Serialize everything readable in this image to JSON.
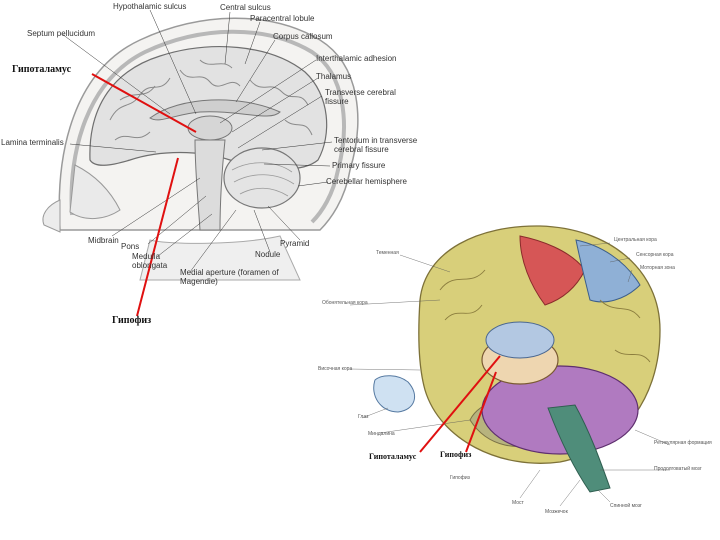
{
  "left_figure": {
    "labels": [
      "Hypothalamic sulcus",
      "Central sulcus",
      "Paracentral lobule",
      "Septum pellucidum",
      "Corpus callosum",
      "Interthalamic adhesion",
      "Thalamus",
      "Transverse cerebral fissure",
      "Lamina terminalis",
      "Tentorium in transverse cerebral fissure",
      "Primary fissure",
      "Cerebellar hemisphere",
      "Pyramid",
      "Midbrain",
      "Pons",
      "Nodule",
      "Medulla oblongata",
      "Medial aperture (foramen of Magendie)"
    ],
    "callouts": {
      "hypothalamus": "Гипоталамус",
      "pituitary": "Гипофиз"
    }
  },
  "right_figure": {
    "labels": [
      "Теменная",
      "Центральная кора",
      "Сенсорная кора",
      "Моторная зона",
      "Обонятельная кора",
      "Височная кора",
      "Глаз",
      "Миндалина",
      "Ретикулярная формация",
      "Продолговатый мозг",
      "Мост",
      "Мозжечок",
      "Спинной мозг",
      "Гипофиз"
    ],
    "callouts": {
      "hypothalamus": "Гипоталамус",
      "pituitary": "Гипофиз"
    }
  },
  "colors": {
    "callout_line": "#e01010"
  }
}
